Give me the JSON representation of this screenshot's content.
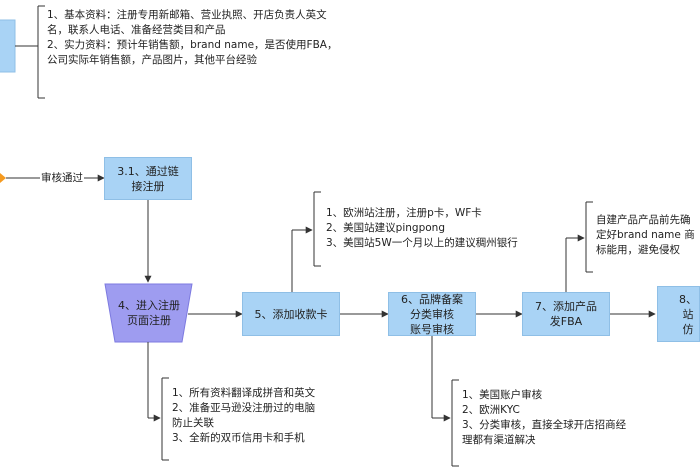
{
  "notes": {
    "top": "1、基本资料：注册专用新邮箱、营业执照、开店负责人英文\n名，联系人电话、准备经营类目和产品\n2、实力资料：预计年销售额，brand name，是否使用FBA，\n公司实际年销售额，产品图片，其他平台经验",
    "europe": "1、欧洲站注册，注册p卡，WF卡\n2、美国站建议pingpong\n3、美国站5W一个月以上的建议稠州银行",
    "product": "自建产品产品前先确\n定好brand name 商\n标能用，避免侵权",
    "translate": "1、所有资料翻译成拼音和英文\n2、准备亚马逊没注册过的电脑\n防止关联\n3、全新的双币信用卡和手机",
    "audit": "1、美国账户审核\n2、欧洲KYC\n3、分类审核，直接全球开店招商经\n理都有渠道解决"
  },
  "edge_label": "审核通过",
  "steps": {
    "s31": "3.1、通过链\n接注册",
    "s4": "4、进入注册\n页面注册",
    "s5": "5、添加收款卡",
    "s6": "6、品牌备案\n分类审核\n账号审核",
    "s7": "7、添加产品\n发FBA",
    "s8": "8、\n站\n仿"
  },
  "colors": {
    "box": "#a9d3f5",
    "trapezoid": "#9e9cf0",
    "diamond": "#f59a1f",
    "line": "#333333"
  }
}
